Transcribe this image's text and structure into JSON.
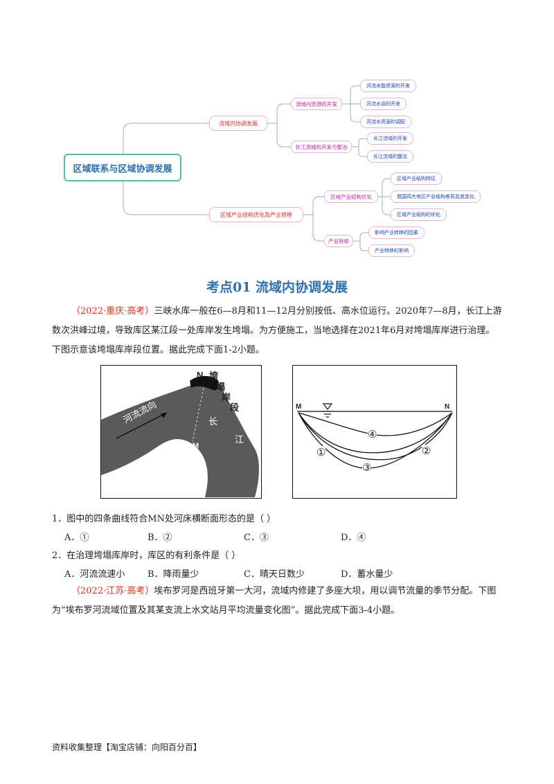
{
  "mindmap": {
    "root": "区域联系与区域协调发展",
    "branches": [
      {
        "label": "流域内协调发展",
        "children": [
          {
            "label": "流域内资源的开发",
            "leaves": [
              "河流水能资源的开发",
              "河流水运的开发",
              "河流水资源的调配"
            ]
          },
          {
            "label": "长江流域的开发与整治",
            "leaves": [
              "长江流域的开发",
              "长江流域的整治"
            ]
          }
        ]
      },
      {
        "label": "区域产业结构优化及产业转移",
        "children": [
          {
            "label": "区域产业结构优化",
            "leaves": [
              "区域产业结构特征",
              "我国四大地区产业结构差异及其变化",
              "区域产业结构的优化"
            ]
          },
          {
            "label": "产业转移",
            "leaves": [
              "影响产业转移的因素",
              "产业转移的影响"
            ]
          }
        ]
      }
    ]
  },
  "section_title": "考点01  流域内协调发展",
  "passage1": {
    "source": "（2022·重庆·高考）",
    "text": "三峡水库一般在6—8月和11—12月分别按低、高水位运行。2020年7—8月，长江上游数次洪峰过境，导致库区某江段一处库岸发生垮塌。为方便施工，当地选择在2021年6月对垮塌库岸进行治理。下图示意该垮塌库岸段位置。据此完成下面1-2小题。"
  },
  "figure_left": {
    "labels": {
      "n": "N",
      "m": "M",
      "collapse": [
        "垮",
        "塌",
        "岸",
        "段"
      ],
      "chang": "长",
      "jiang": "江",
      "flow": "河流流向"
    }
  },
  "figure_right": {
    "labels": {
      "m": "M",
      "n": "N",
      "c1": "①",
      "c2": "②",
      "c3": "③",
      "c4": "④"
    }
  },
  "q1": {
    "stem": "1．图中的四条曲线符合MN处河床横断面形态的是（          ）",
    "options": [
      "A．①",
      "B．②",
      "C．③",
      "D．④"
    ]
  },
  "q2": {
    "stem": "2．在治理垮塌库岸时，库区的有利条件是（          ）",
    "options": [
      "A．河流流速小",
      "B．降雨量少",
      "C．晴天日数少",
      "D．蓄水量少"
    ]
  },
  "passage2": {
    "source": "（2022·江苏·高考）",
    "text": "埃布罗河是西班牙第一大河，流域内修建了多座大坝，用以调节流量的季节分配。下图为“埃布罗河流域位置及其某支流上水文站月平均流量变化图”。据此完成下面3-4小题。"
  },
  "footer": "资料收集整理【淘宝店铺：向阳百分百】"
}
